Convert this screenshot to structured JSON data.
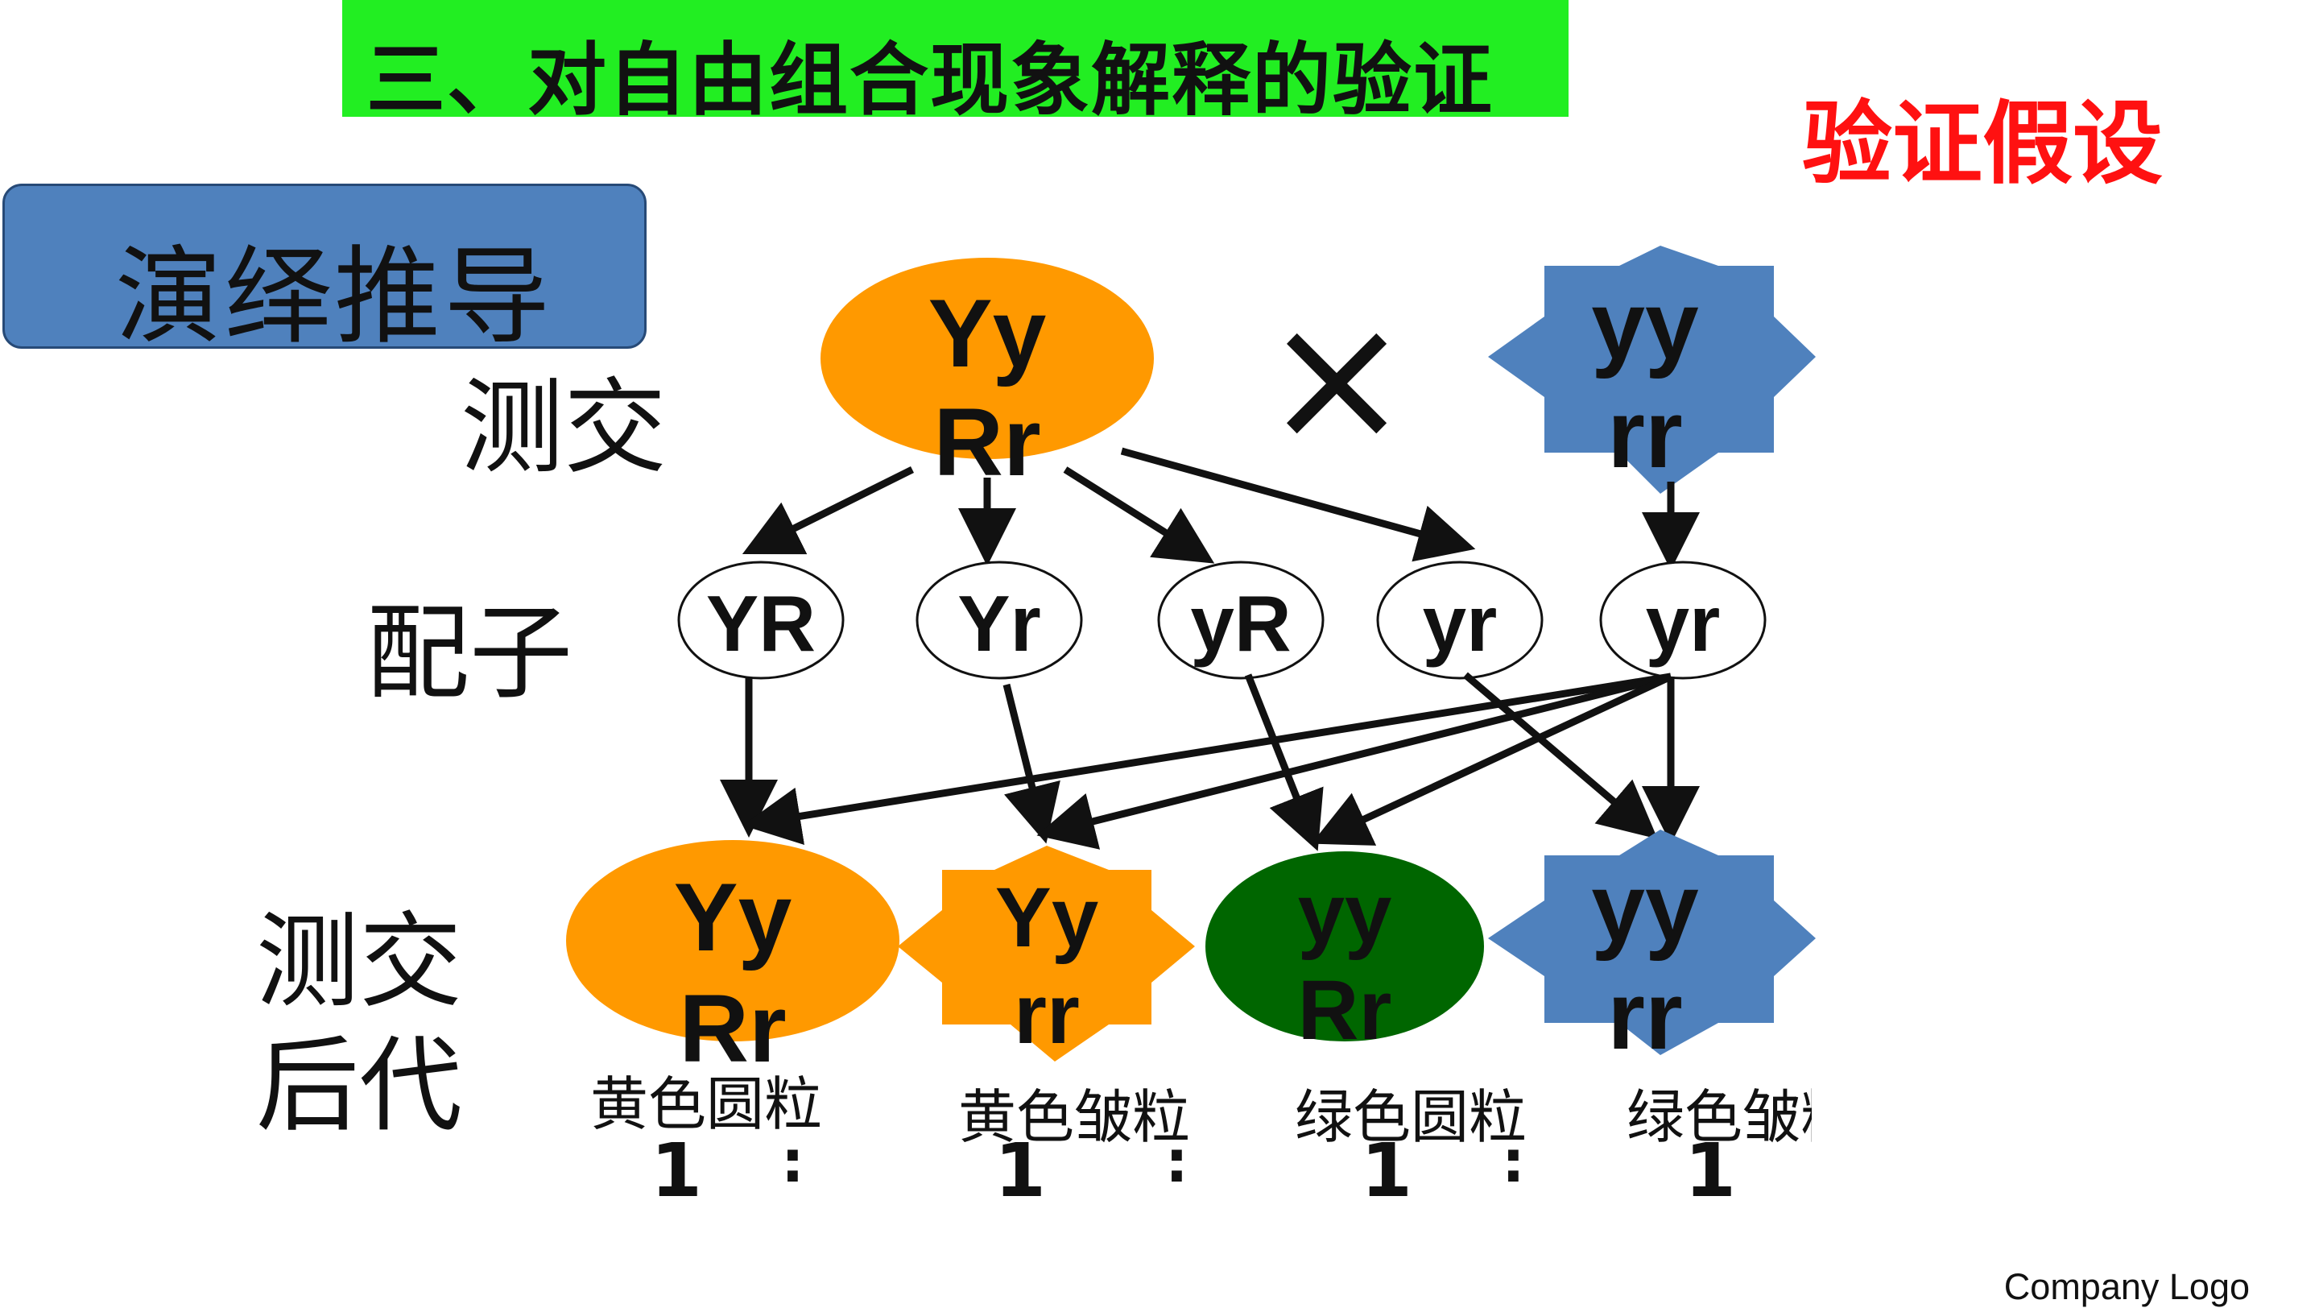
{
  "title": "三、对自由组合现象解释的验证",
  "hypothesis_label": "验证假设",
  "deduction_label": "演绎推导",
  "rows": {
    "cross": "测交",
    "gametes": "配子",
    "offspring_line1": "测交",
    "offspring_line2": "后代"
  },
  "cross_symbol": "×",
  "parents": {
    "dominant": {
      "line1": "Yy",
      "line2": "Rr"
    },
    "recessive": {
      "line1": "yy",
      "line2": "rr"
    }
  },
  "gametes": [
    "YR",
    "Yr",
    "yR",
    "yr",
    "yr"
  ],
  "offspring": [
    {
      "line1": "Yy",
      "line2": "Rr",
      "phenotype": "黄色圆粒",
      "ratio": "1"
    },
    {
      "line1": "Yy",
      "line2": "rr",
      "phenotype": "黄色皱粒",
      "ratio": "1"
    },
    {
      "line1": "yy",
      "line2": "Rr",
      "phenotype": "绿色圆粒",
      "ratio": "1"
    },
    {
      "line1": "yy",
      "line2": "rr",
      "phenotype": "绿色皱粒",
      "ratio": "1"
    }
  ],
  "ratio_separator": ":",
  "company_logo": "Company Logo",
  "colors": {
    "title_bg": "#22ee22",
    "hypothesis_text": "#ff1111",
    "box_blue": "#4f81bd",
    "orange": "#ff9900",
    "green": "#006600"
  }
}
